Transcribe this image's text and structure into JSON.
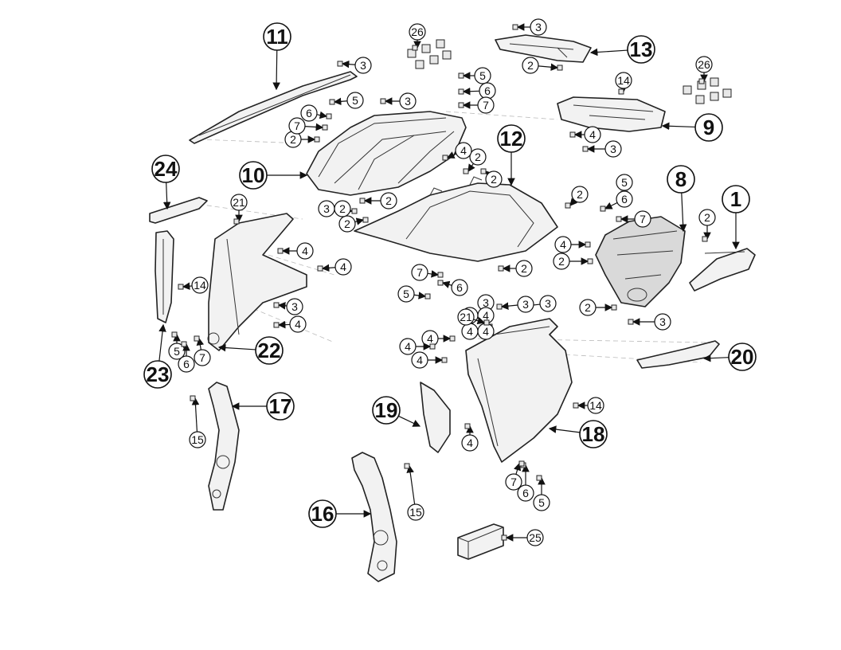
{
  "diagram": {
    "part_labels": [
      {
        "id": "11",
        "text": "11"
      },
      {
        "id": "24",
        "text": "24"
      },
      {
        "id": "10",
        "text": "10"
      },
      {
        "id": "12",
        "text": "12"
      },
      {
        "id": "13",
        "text": "13"
      },
      {
        "id": "9",
        "text": "9"
      },
      {
        "id": "8",
        "text": "8"
      },
      {
        "id": "1",
        "text": "1"
      },
      {
        "id": "22",
        "text": "22"
      },
      {
        "id": "23",
        "text": "23"
      },
      {
        "id": "20",
        "text": "20"
      },
      {
        "id": "17",
        "text": "17"
      },
      {
        "id": "19",
        "text": "19"
      },
      {
        "id": "18",
        "text": "18"
      },
      {
        "id": "16",
        "text": "16"
      }
    ],
    "hardware_labels": [
      "3",
      "3",
      "3",
      "3",
      "3",
      "3",
      "3",
      "3",
      "3",
      "3",
      "2",
      "2",
      "2",
      "2",
      "2",
      "2",
      "2",
      "2",
      "2",
      "2",
      "2",
      "2",
      "26",
      "26",
      "5",
      "5",
      "5",
      "5",
      "5",
      "5",
      "6",
      "6",
      "6",
      "6",
      "6",
      "6",
      "7",
      "7",
      "7",
      "7",
      "7",
      "7",
      "14",
      "14",
      "14",
      "4",
      "4",
      "4",
      "4",
      "4",
      "4",
      "4",
      "4",
      "4",
      "4",
      "4",
      "4",
      "4",
      "4",
      "21",
      "21",
      "15",
      "15",
      "25"
    ]
  }
}
